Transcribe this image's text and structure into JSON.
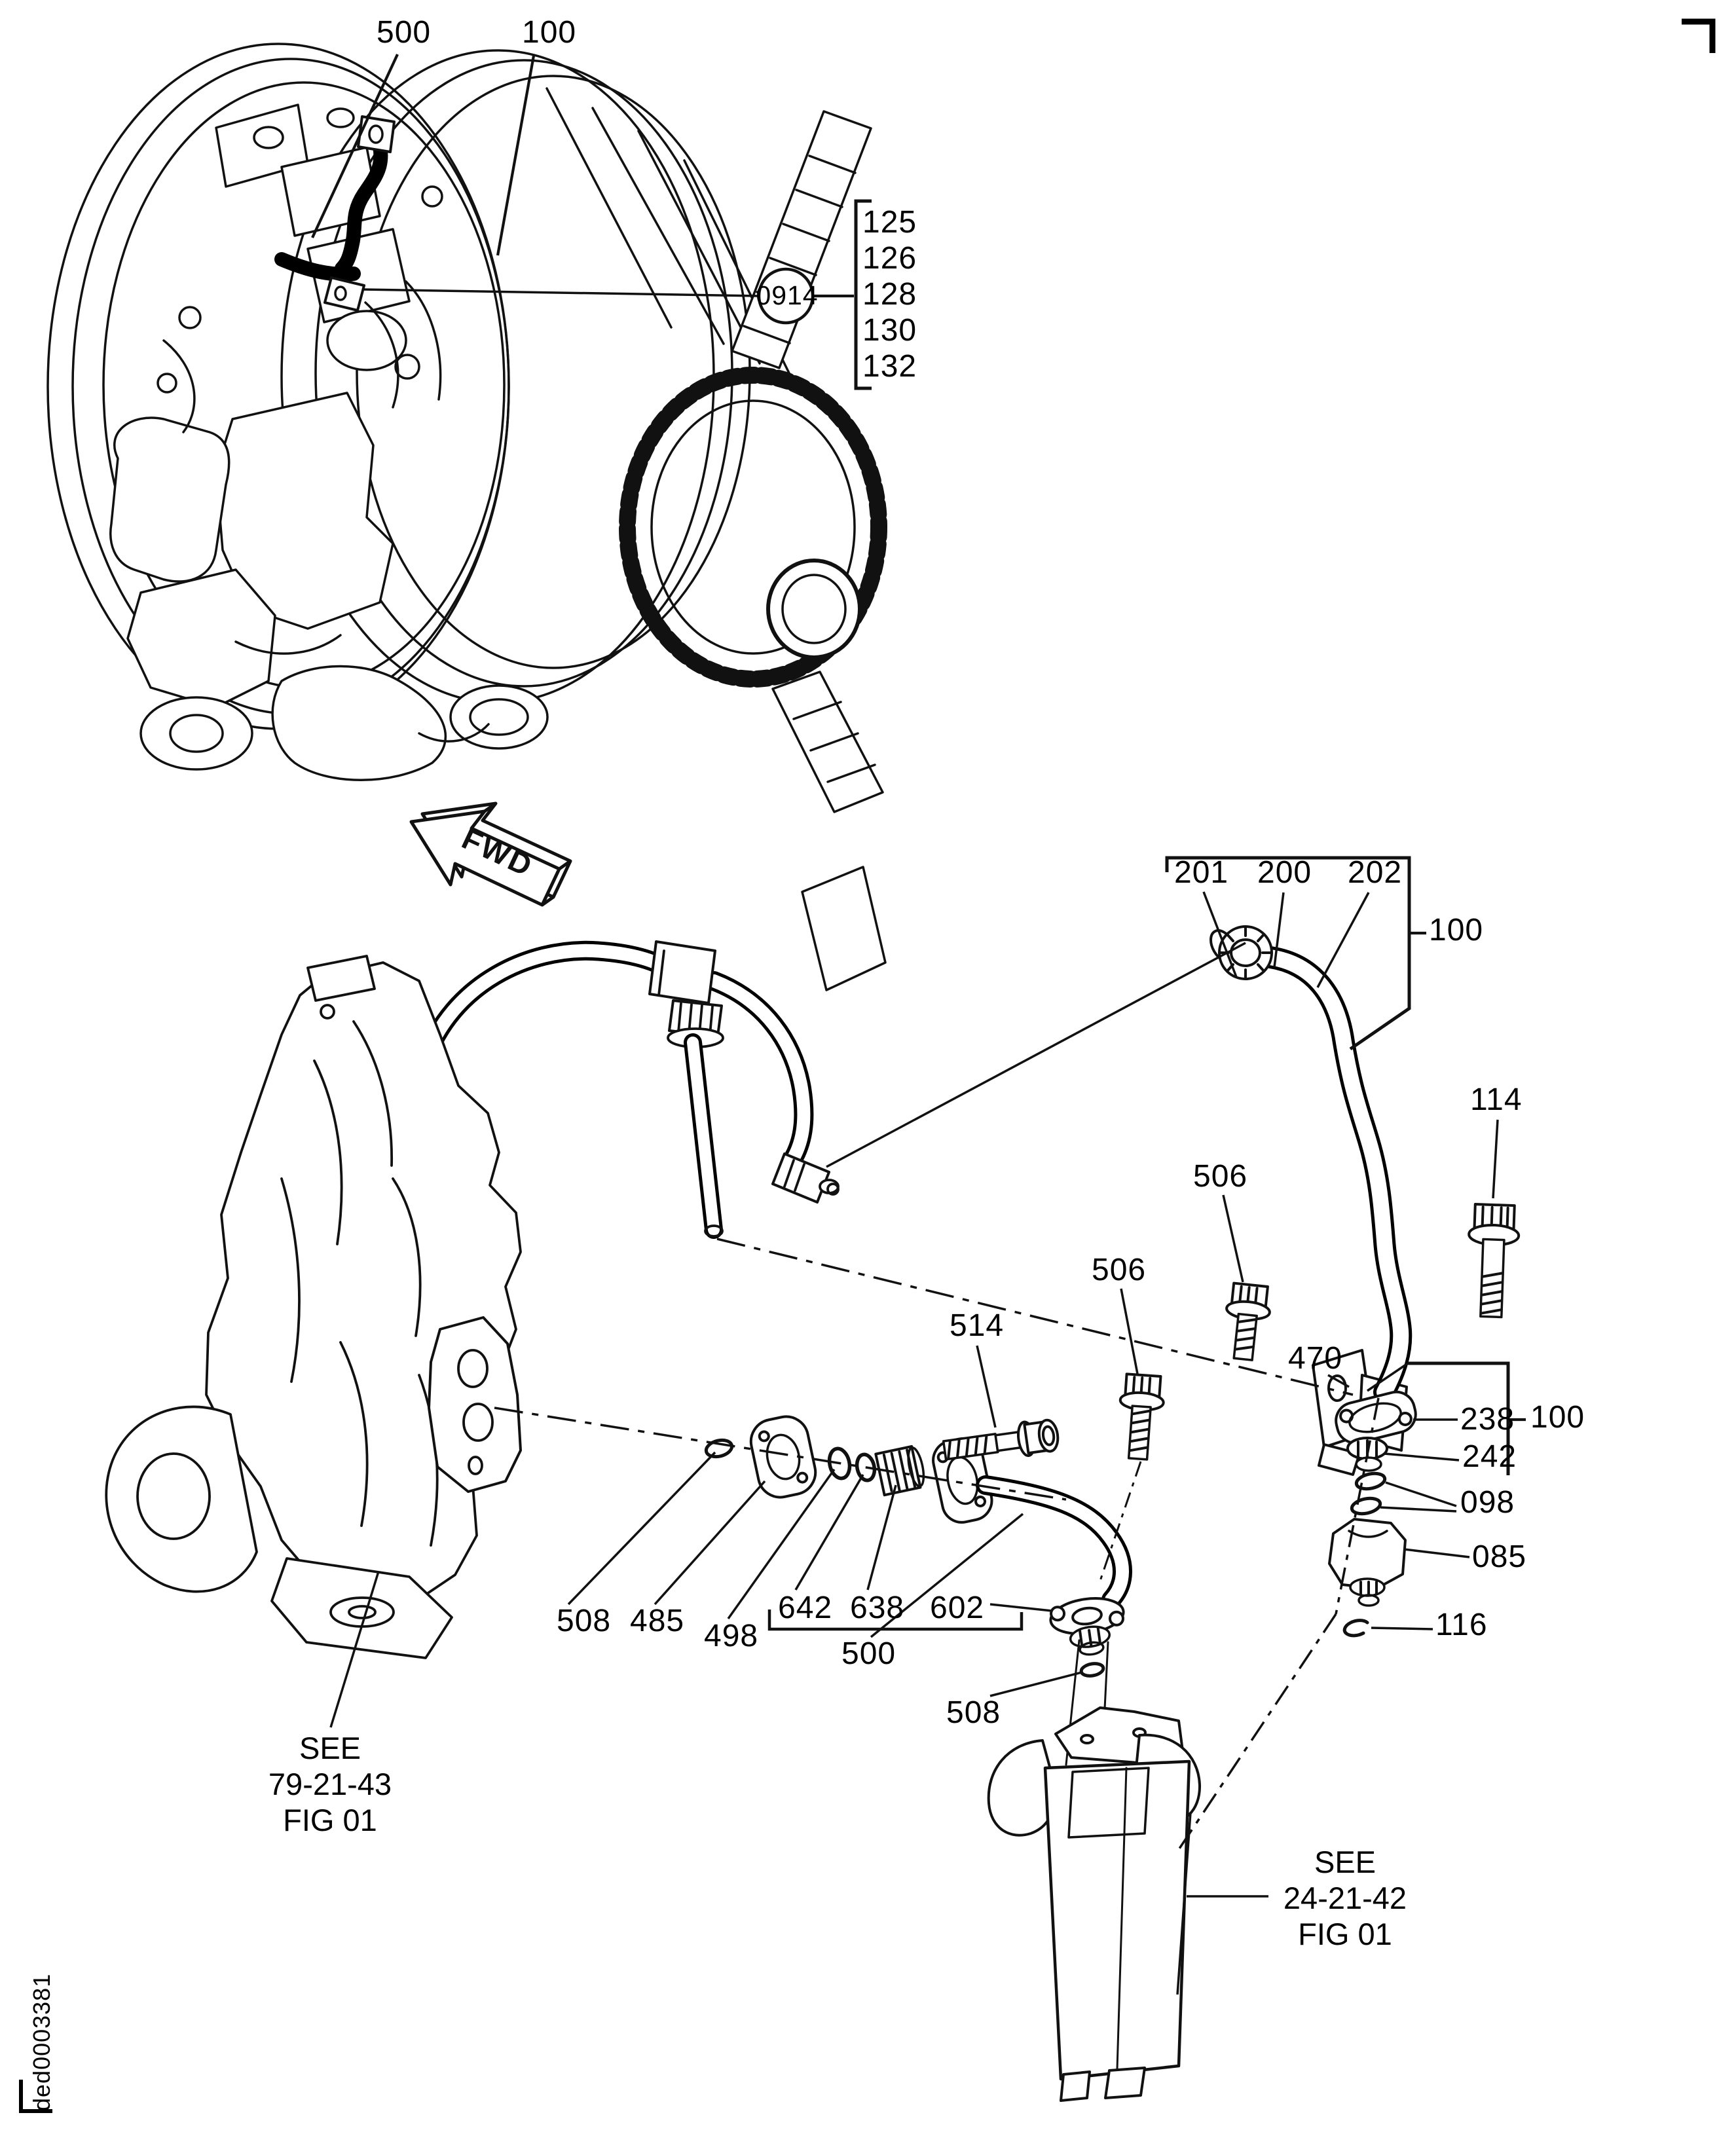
{
  "engine_view": {
    "label_500": "500",
    "label_100": "100"
  },
  "ref_0914": {
    "code": "0914",
    "items": [
      "125",
      "126",
      "128",
      "130",
      "132"
    ]
  },
  "fwd_marker": {
    "label": "FWD"
  },
  "hose_assembly": {
    "label_201": "201",
    "label_200": "200",
    "label_202": "202",
    "label_100": "100"
  },
  "fasteners": {
    "p114": "114",
    "p506_upper": "506",
    "p506_lower": "506",
    "p514": "514",
    "p470": "470"
  },
  "fitting_stack": {
    "p238": "238",
    "p100": "100",
    "p242": "242",
    "p098": "098",
    "p085": "085",
    "p116": "116"
  },
  "tube_stack": {
    "p508_front": "508",
    "p485": "485",
    "p498": "498",
    "p642": "642",
    "p638": "638",
    "p602": "602",
    "p500": "500",
    "p508_rear": "508"
  },
  "references": {
    "gearbox": {
      "l1": "SEE",
      "l2": "79-21-43",
      "l3": "FIG 01"
    },
    "pump": {
      "l1": "SEE",
      "l2": "24-21-42",
      "l3": "FIG 01"
    }
  },
  "drawing_number": "ded0003381"
}
